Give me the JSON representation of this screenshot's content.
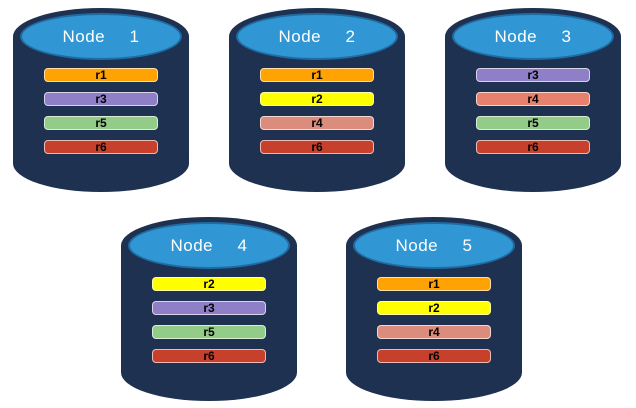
{
  "diagram": {
    "background_color": "#ffffff",
    "cylinder": {
      "body_color": "#1F3150",
      "top_face_color": "#3096D4",
      "top_face_border": "#1E6CA3",
      "title_color": "#FFFFFF",
      "bar_label_color": "#000000",
      "bar_border_color": "rgba(255,255,255,0.65)"
    },
    "nodes": [
      {
        "title": "Node  1",
        "bars": [
          {
            "label": "r1",
            "color": "#FFA203"
          },
          {
            "label": "r3",
            "color": "#8F7FC6"
          },
          {
            "label": "r5",
            "color": "#92CC88"
          },
          {
            "label": "r6",
            "color": "#C7402B"
          }
        ]
      },
      {
        "title": "Node  2",
        "bars": [
          {
            "label": "r1",
            "color": "#FFA203"
          },
          {
            "label": "r2",
            "color": "#FFFF00"
          },
          {
            "label": "r4",
            "color": "#DC8C7C"
          },
          {
            "label": "r6",
            "color": "#C7402B"
          }
        ]
      },
      {
        "title": "Node  3",
        "bars": [
          {
            "label": "r3",
            "color": "#8F7FC6"
          },
          {
            "label": "r4",
            "color": "#E5816C"
          },
          {
            "label": "r5",
            "color": "#92CC88"
          },
          {
            "label": "r6",
            "color": "#C7402B"
          }
        ]
      },
      {
        "title": "Node  4",
        "bars": [
          {
            "label": "r2",
            "color": "#FFFF00"
          },
          {
            "label": "r3",
            "color": "#8F7FC6"
          },
          {
            "label": "r5",
            "color": "#92CC88"
          },
          {
            "label": "r6",
            "color": "#C7402B"
          }
        ]
      },
      {
        "title": "Node  5",
        "bars": [
          {
            "label": "r1",
            "color": "#FFA203"
          },
          {
            "label": "r2",
            "color": "#FFFF00"
          },
          {
            "label": "r4",
            "color": "#DC8C7C"
          },
          {
            "label": "r6",
            "color": "#C7402B"
          }
        ]
      }
    ]
  }
}
